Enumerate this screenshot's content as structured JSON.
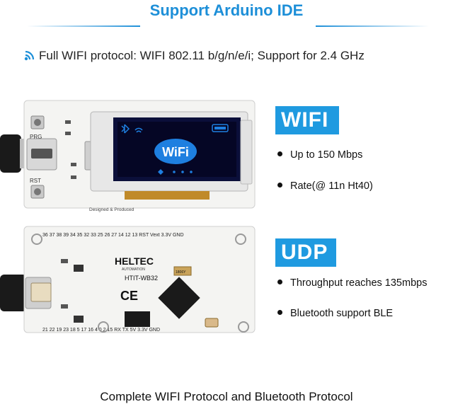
{
  "header": {
    "title": "Support Arduino IDE",
    "wifi_protocol_line": "Full WIFI protocol: WIFI 802.11 b/g/n/e/i; Support for 2.4 GHz"
  },
  "wifi_section": {
    "badge": "WIFI",
    "features": [
      "Up to 150 Mbps",
      "Rate(@ 11n Ht40)"
    ]
  },
  "udp_section": {
    "badge": "UDP",
    "features": [
      "Throughput reaches 135mbps",
      "Bluetooth support BLE"
    ]
  },
  "board_top": {
    "button_prg": "PRG",
    "button_rst": "RST",
    "oled_logo": "WiFi",
    "silk_bottom": "Designed & Produced"
  },
  "board_bottom": {
    "brand": "HELTEC",
    "brand_sub": "AUTOMATION",
    "model": "HTIT-WB32",
    "chip_code": "1806Y",
    "pins_top": "36 37 38 39 34 35 32 33 25 26 27 14 12 13 RST Vext 3.3V GND",
    "pins_bottom": "21 22 19 23 18 5 17 16 4 0 2 15 RX TX 5V 3.3V GND"
  },
  "footer": {
    "caption": "Complete WIFI Protocol and Bluetooth Protocol"
  },
  "colors": {
    "accent_blue": "#1d8fd8",
    "badge_blue": "#1f9ae0",
    "oled_wifi_blue": "#1e7fe0"
  }
}
